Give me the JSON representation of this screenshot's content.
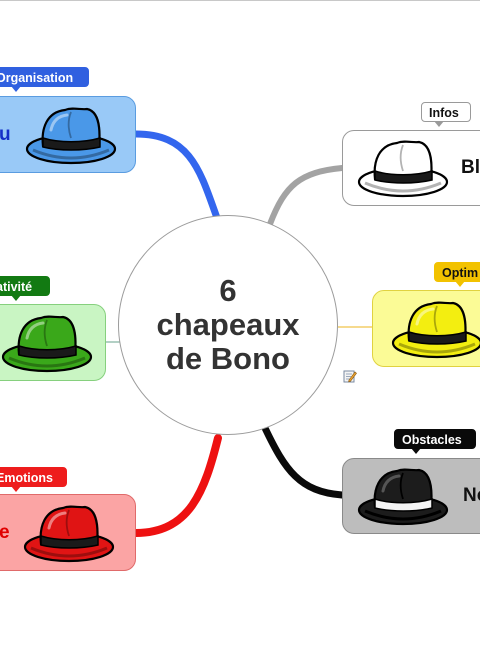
{
  "center": {
    "line1": "6",
    "line2": "chapeaux",
    "line3": "de Bono"
  },
  "branches": [
    {
      "id": "blue",
      "tag": "Organisation",
      "name": "u",
      "hat_color": "#4a98e8",
      "box_color": "#99c9f7",
      "border_color": "#5a9ce0",
      "text_color": "#1530c8",
      "tag_bg": "#3060e0",
      "tag_fg": "#ffffff",
      "link_color": "#3366ee"
    },
    {
      "id": "white",
      "tag": "Infos",
      "name": "Bl",
      "hat_color": "#ffffff",
      "box_color": "#ffffff",
      "border_color": "#9a9a9a",
      "text_color": "#111111",
      "tag_bg": "#ffffff",
      "tag_fg": "#111111",
      "link_color": "#a3a3a3"
    },
    {
      "id": "green",
      "tag": "ativité",
      "name": "",
      "hat_color": "#3aa81a",
      "box_color": "#c9f5c3",
      "border_color": "#86d07e",
      "text_color": "#0a7a0a",
      "tag_bg": "#127a12",
      "tag_fg": "#ffffff",
      "link_color": "#8ab6a6"
    },
    {
      "id": "yellow",
      "tag": "Optim",
      "name": "",
      "hat_color": "#f3ee10",
      "box_color": "#fbfb96",
      "border_color": "#e0d240",
      "text_color": "#111111",
      "tag_bg": "#f2c200",
      "tag_fg": "#111111",
      "link_color": "#f0c44a"
    },
    {
      "id": "red",
      "tag": "Emotions",
      "name": "e",
      "hat_color": "#e01414",
      "box_color": "#fba4a4",
      "border_color": "#e06a6a",
      "text_color": "#e00000",
      "tag_bg": "#ee1c1c",
      "tag_fg": "#ffffff",
      "link_color": "#ee1111"
    },
    {
      "id": "black",
      "tag": "Obstacles",
      "name": "No",
      "hat_color": "#1c1c1c",
      "box_color": "#bdbdbd",
      "border_color": "#8a8a8a",
      "text_color": "#111111",
      "tag_bg": "#0a0a0a",
      "tag_fg": "#ffffff",
      "link_color": "#0a0a0a"
    }
  ],
  "icons": {
    "note": "note-edit-icon",
    "hat": "fedora-hat-icon"
  }
}
